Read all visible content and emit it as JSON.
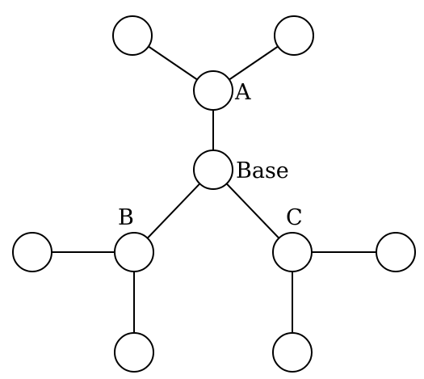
{
  "diagram": {
    "labels": {
      "a": "A",
      "base": "Base",
      "b": "B",
      "c": "C"
    },
    "colors": {
      "stroke": "#000000",
      "fill": "#ffffff"
    }
  }
}
